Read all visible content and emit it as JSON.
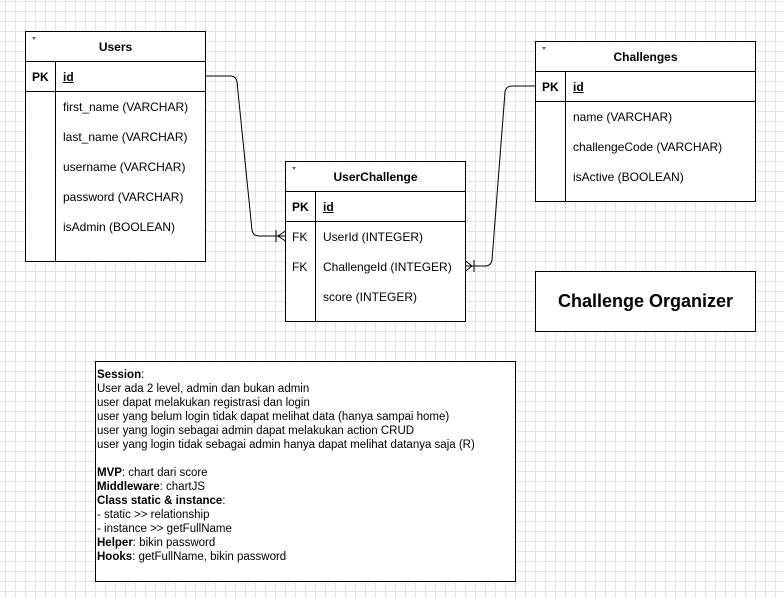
{
  "tables": {
    "users": {
      "title": "Users",
      "pk_label": "PK",
      "pk_name": "id",
      "fields": [
        {
          "key": "",
          "name": "first_name (VARCHAR)"
        },
        {
          "key": "",
          "name": "last_name (VARCHAR)"
        },
        {
          "key": "",
          "name": "username (VARCHAR)"
        },
        {
          "key": "",
          "name": "password (VARCHAR)"
        },
        {
          "key": "",
          "name": "isAdmin (BOOLEAN)"
        }
      ]
    },
    "user_challenge": {
      "title": "UserChallenge",
      "pk_label": "PK",
      "pk_name": "id",
      "fields": [
        {
          "key": "FK",
          "name": "UserId (INTEGER)"
        },
        {
          "key": "FK",
          "name": "ChallengeId (INTEGER)"
        },
        {
          "key": "",
          "name": "score (INTEGER)"
        }
      ]
    },
    "challenges": {
      "title": "Challenges",
      "pk_label": "PK",
      "pk_name": "id",
      "fields": [
        {
          "key": "",
          "name": "name (VARCHAR)"
        },
        {
          "key": "",
          "name": "challengeCode (VARCHAR)"
        },
        {
          "key": "",
          "name": "isActive (BOOLEAN)"
        }
      ]
    }
  },
  "diagram_title": "Challenge Organizer",
  "notes": {
    "lines": [
      {
        "bold": "Session",
        "text": ":"
      },
      {
        "bold": "",
        "text": "User ada 2 level, admin dan bukan admin"
      },
      {
        "bold": "",
        "text": "user dapat melakukan registrasi dan login"
      },
      {
        "bold": "",
        "text": "user yang belum login tidak dapat melihat data (hanya sampai home)"
      },
      {
        "bold": "",
        "text": "user yang login sebagai admin dapat melakukan action CRUD"
      },
      {
        "bold": "",
        "text": "user yang login tidak sebagai admin hanya dapat melihat datanya saja (R)"
      },
      {
        "bold": "",
        "text": ""
      },
      {
        "bold": "MVP",
        "text": ": chart dari score"
      },
      {
        "bold": "Middleware",
        "text": ": chartJS"
      },
      {
        "bold": "Class static & instance",
        "text": ":"
      },
      {
        "bold": "",
        "text": "- static >> relationship"
      },
      {
        "bold": "",
        "text": "- instance >> getFullName"
      },
      {
        "bold": "Helper",
        "text": ": bikin password"
      },
      {
        "bold": "Hooks",
        "text": ": getFullName, bikin password"
      }
    ]
  },
  "relationships": [
    {
      "from": "Users.id",
      "to": "UserChallenge.UserId",
      "cardinality": "one-to-many"
    },
    {
      "from": "Challenges.id",
      "to": "UserChallenge.ChallengeId",
      "cardinality": "one-to-many"
    }
  ]
}
